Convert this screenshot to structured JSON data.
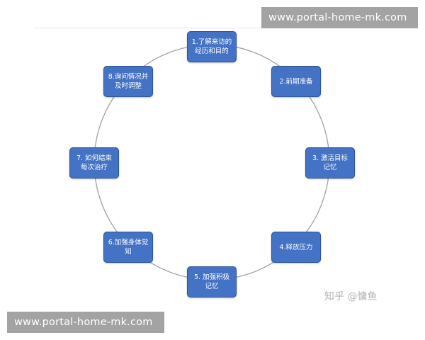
{
  "watermark": {
    "top_text": "www.portal-home-mk.com",
    "bottom_text": "www.portal-home-mk.com"
  },
  "cycle": {
    "steps": [
      "1.了解来访的经历和目的",
      "2.前期准备",
      "3. 激活目标记忆",
      "4.释放压力",
      "5. 加强积极记忆",
      "6.加强身体觉知",
      "7. 如何结束每次治疗",
      "8.询问情况并及时调整"
    ]
  },
  "credit": "知乎 @慵鱼",
  "colors": {
    "step_fill": "#4472c4",
    "step_border": "#2f5597",
    "ring_stroke": "#a6a6a6",
    "watermark_bg": "#a3a3a3"
  }
}
